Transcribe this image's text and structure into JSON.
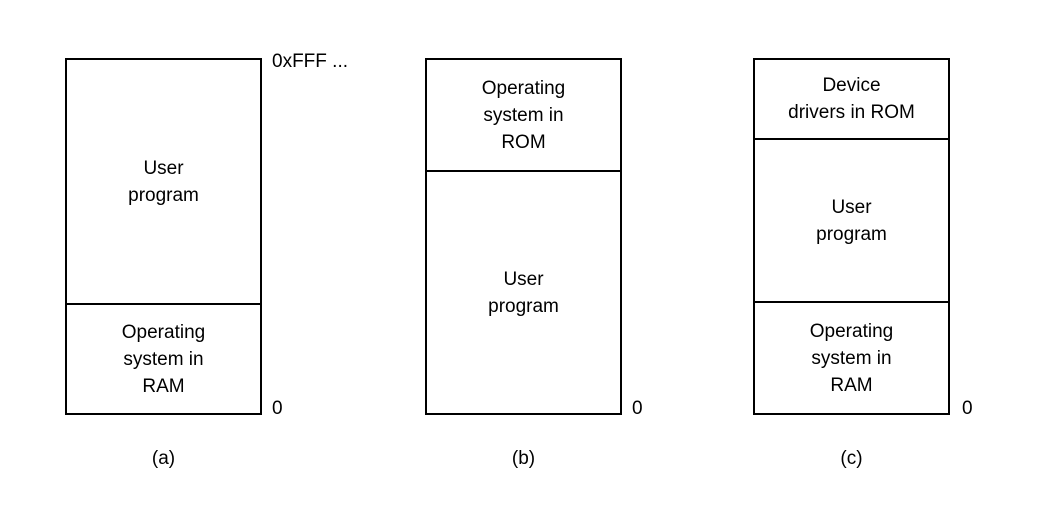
{
  "figure": {
    "background_color": "#ffffff",
    "line_color": "#000000",
    "text_color": "#000000",
    "top_address_label": "0xFFF ...",
    "diagrams": [
      {
        "caption": "(a)",
        "origin_label": "0",
        "sections": [
          {
            "name": "user-program",
            "label": "User\nprogram"
          },
          {
            "name": "operating-system-in-ram",
            "label": "Operating\nsystem in\nRAM"
          }
        ]
      },
      {
        "caption": "(b)",
        "origin_label": "0",
        "sections": [
          {
            "name": "operating-system-in-rom",
            "label": "Operating\nsystem in\nROM"
          },
          {
            "name": "user-program",
            "label": "User\nprogram"
          }
        ]
      },
      {
        "caption": "(c)",
        "origin_label": "0",
        "sections": [
          {
            "name": "device-drivers-in-rom",
            "label": "Device\ndrivers in ROM"
          },
          {
            "name": "user-program",
            "label": "User\nprogram"
          },
          {
            "name": "operating-system-in-ram",
            "label": "Operating\nsystem in\nRAM"
          }
        ]
      }
    ]
  }
}
